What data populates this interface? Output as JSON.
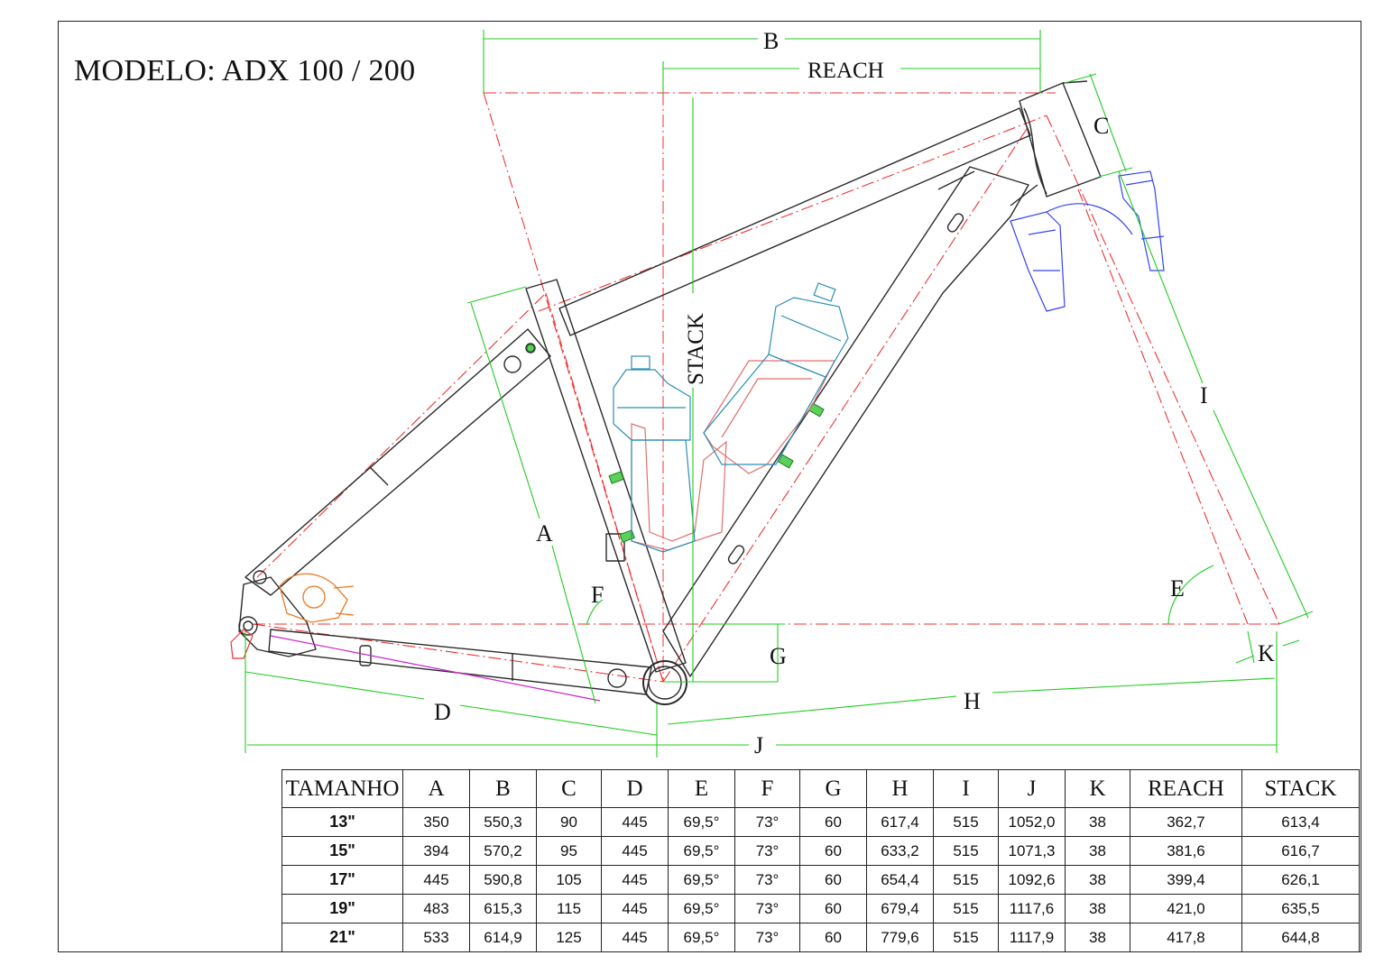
{
  "title": "MODELO: ADX 100 / 200",
  "colors": {
    "frame": "#2a2a2a",
    "dimension": "#22cc22",
    "centerline": "#ee3333",
    "bottle": "#2a8fb5",
    "cage": "#e07070",
    "fork": "#3344ee",
    "brake": "#ee7722",
    "chainstay": "#cc22cc"
  },
  "dimension_labels": {
    "a": "A",
    "b": "B",
    "c": "C",
    "d": "D",
    "e": "E",
    "f": "F",
    "g": "G",
    "h": "H",
    "i": "I",
    "j": "J",
    "k": "K",
    "reach": "REACH",
    "stack": "STACK"
  },
  "table": {
    "headers": [
      "TAMANHO",
      "A",
      "B",
      "C",
      "D",
      "E",
      "F",
      "G",
      "H",
      "I",
      "J",
      "K",
      "REACH",
      "STACK"
    ],
    "rows": [
      [
        "13\"",
        "350",
        "550,3",
        "90",
        "445",
        "69,5°",
        "73°",
        "60",
        "617,4",
        "515",
        "1052,0",
        "38",
        "362,7",
        "613,4"
      ],
      [
        "15\"",
        "394",
        "570,2",
        "95",
        "445",
        "69,5°",
        "73°",
        "60",
        "633,2",
        "515",
        "1071,3",
        "38",
        "381,6",
        "616,7"
      ],
      [
        "17\"",
        "445",
        "590,8",
        "105",
        "445",
        "69,5°",
        "73°",
        "60",
        "654,4",
        "515",
        "1092,6",
        "38",
        "399,4",
        "626,1"
      ],
      [
        "19\"",
        "483",
        "615,3",
        "115",
        "445",
        "69,5°",
        "73°",
        "60",
        "679,4",
        "515",
        "1117,6",
        "38",
        "421,0",
        "635,5"
      ],
      [
        "21\"",
        "533",
        "614,9",
        "125",
        "445",
        "69,5°",
        "73°",
        "60",
        "779,6",
        "515",
        "1117,9",
        "38",
        "417,8",
        "644,8"
      ]
    ]
  }
}
